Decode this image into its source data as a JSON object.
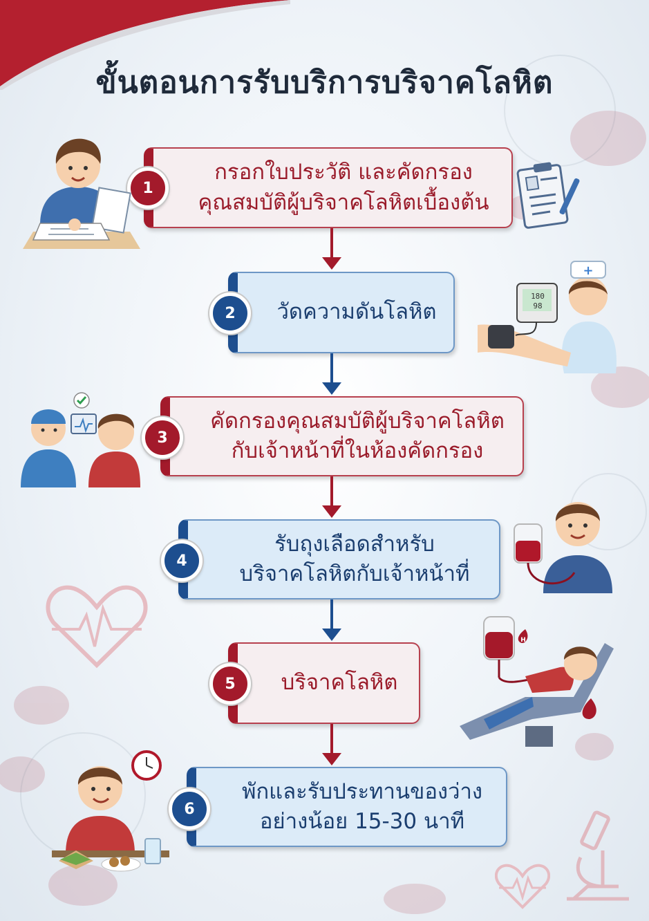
{
  "title": "ขั้นตอนการรับบริการบริจาคโลหิต",
  "colors": {
    "red": "#a31a2b",
    "blue": "#1d4e8f",
    "title": "#1f2a3a"
  },
  "steps": [
    {
      "number": "1",
      "line1": "กรอกใบประวัติ และคัดกรอง",
      "line2": "คุณสมบัติผู้บริจาคโลหิตเบื้องต้น",
      "icon": "clipboard-icon"
    },
    {
      "number": "2",
      "line1": "วัดความดันโลหิต",
      "line2": "",
      "icon": "blood-pressure-monitor-icon"
    },
    {
      "number": "3",
      "line1": "คัดกรองคุณสมบัติผู้บริจาคโลหิต",
      "line2": "กับเจ้าหน้าที่ในห้องคัดกรอง",
      "icon": "doctor-consult-icon"
    },
    {
      "number": "4",
      "line1": "รับถุงเลือดสำหรับ",
      "line2": "บริจาคโลหิตกับเจ้าหน้าที่",
      "icon": "blood-bag-icon"
    },
    {
      "number": "5",
      "line1": "บริจาคโลหิต",
      "line2": "",
      "icon": "donation-chair-icon"
    },
    {
      "number": "6",
      "line1": "พักและรับประทานของว่าง",
      "line2": "อย่างน้อย 15-30 นาที",
      "icon": "snack-icon"
    }
  ],
  "illustration_labels": {
    "monitor_top": "180",
    "monitor_bottom": "98",
    "drop": "H"
  }
}
